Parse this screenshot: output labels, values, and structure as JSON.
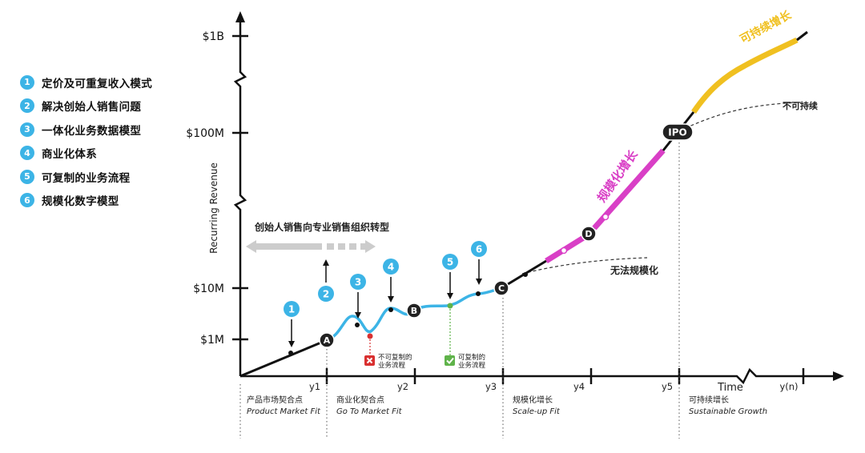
{
  "legend": [
    {
      "num": "1",
      "label": "定价及可重复收入模式"
    },
    {
      "num": "2",
      "label": "解决创始人销售问题"
    },
    {
      "num": "3",
      "label": "一体化业务数据模型"
    },
    {
      "num": "4",
      "label": "商业化体系"
    },
    {
      "num": "5",
      "label": "可复制的业务流程"
    },
    {
      "num": "6",
      "label": "规模化数字模型"
    }
  ],
  "y_axis": {
    "title": "Recurring Revenue",
    "ticks": [
      "$1B",
      "$100M",
      "$10M",
      "$1M"
    ]
  },
  "x_axis": {
    "title": "Time",
    "ticks": [
      "y1",
      "y2",
      "y3",
      "y4",
      "y5",
      "y(n)"
    ]
  },
  "phases": [
    {
      "cn": "产品市场契合点",
      "en": "Product Market Fit"
    },
    {
      "cn": "商业化契合点",
      "en": "Go To Market Fit"
    },
    {
      "cn": "规模化增长",
      "en": "Scale-up Fit"
    },
    {
      "cn": "可持续增长",
      "en": "Sustainable Growth"
    }
  ],
  "milestones": [
    "A",
    "B",
    "C",
    "D",
    "IPO"
  ],
  "markers": [
    "1",
    "2",
    "3",
    "4",
    "5",
    "6"
  ],
  "annotations": {
    "founder_transition": "创始人销售向专业销售组织转型",
    "non_replicable_line1": "不可复制的",
    "non_replicable_line2": "业务流程",
    "replicable_line1": "可复制的",
    "replicable_line2": "业务流程",
    "cannot_scale": "无法规模化",
    "scale_growth": "规模化增长",
    "sustainable": "可持续增长",
    "unsustainable": "不可持续"
  },
  "colors": {
    "accent_blue": "#3cb4e6",
    "magenta": "#d93fc6",
    "gold": "#f0c020",
    "red": "#d93030",
    "green": "#5fb34a",
    "arrow_gray": "#cccccc"
  }
}
